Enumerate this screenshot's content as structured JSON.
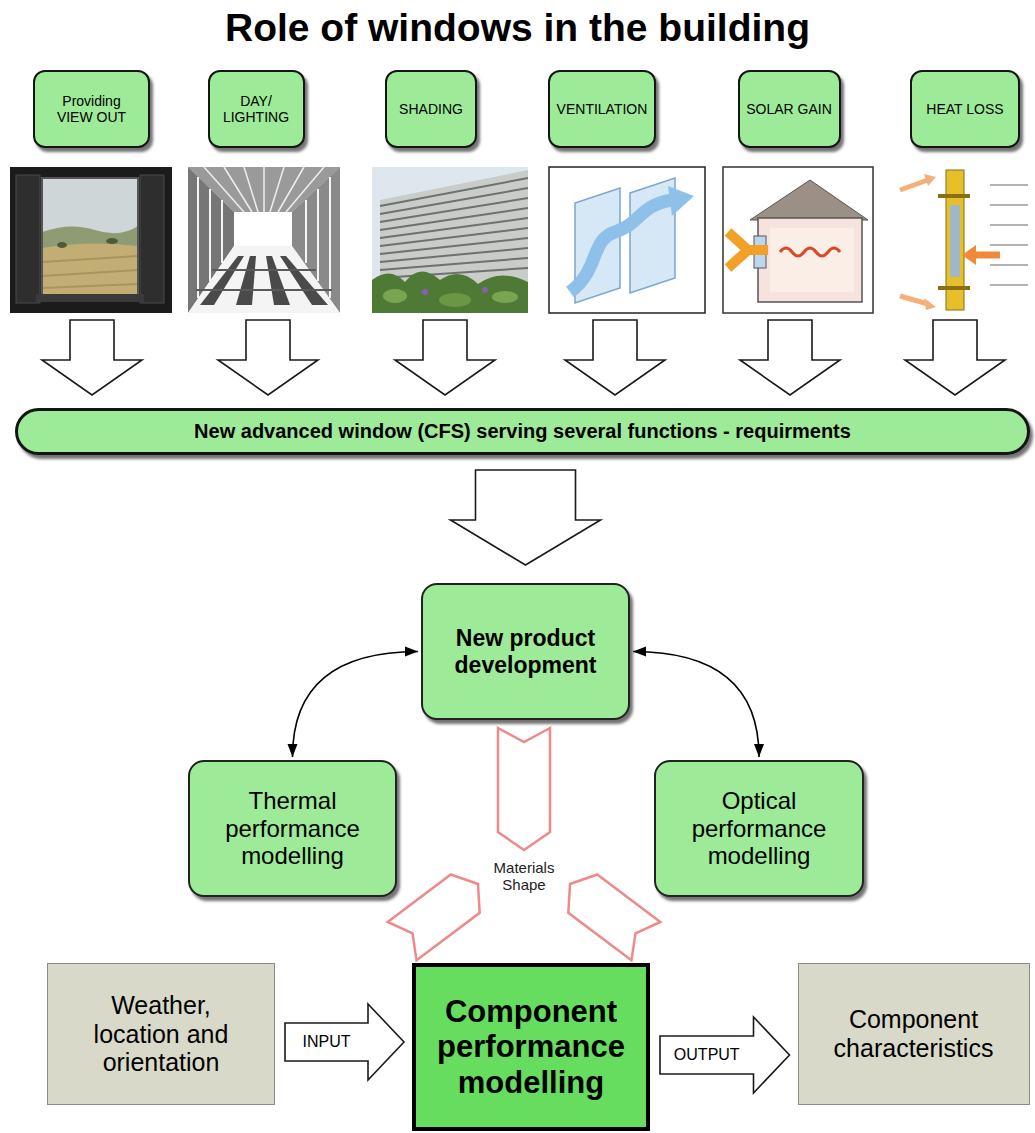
{
  "diagram": {
    "title": "Role of windows in the building",
    "nodes": [
      {
        "text": [
          "Providing VIEW OUT"
        ]
      },
      {
        "text": [
          "DAY/ LIGHTING"
        ]
      },
      {
        "text": [
          "SHADING"
        ]
      },
      {
        "text": [
          "VENTILATION"
        ]
      },
      {
        "text": [
          "SOLAR GAIN"
        ]
      },
      {
        "text": [
          "HEAT LOSS"
        ]
      },
      {
        "text": [
          "New advanced window (CFS) serving several functions - requirments"
        ]
      },
      {
        "text": [
          "New product development"
        ]
      },
      {
        "text": [
          "Thermal performance modelling"
        ]
      },
      {
        "text": [
          "Optical performance modelling"
        ]
      },
      {
        "text": [
          "Weather, location and orientation"
        ]
      },
      {
        "text": [
          "Component performance modelling"
        ]
      },
      {
        "text": [
          "Component characteristics"
        ]
      }
    ],
    "edges": [
      {
        "from": 6,
        "to": 7,
        "arrow": "to"
      },
      {
        "from": 7,
        "to": 8,
        "arrow": "both"
      },
      {
        "from": 7,
        "to": 9,
        "arrow": "both"
      },
      {
        "from": 10,
        "to": 11,
        "label": "INPUT",
        "arrow": "to"
      },
      {
        "from": 11,
        "to": 12,
        "label": "OUTPUT",
        "arrow": "to"
      }
    ],
    "labels": [
      "Materials Shape"
    ]
  }
}
